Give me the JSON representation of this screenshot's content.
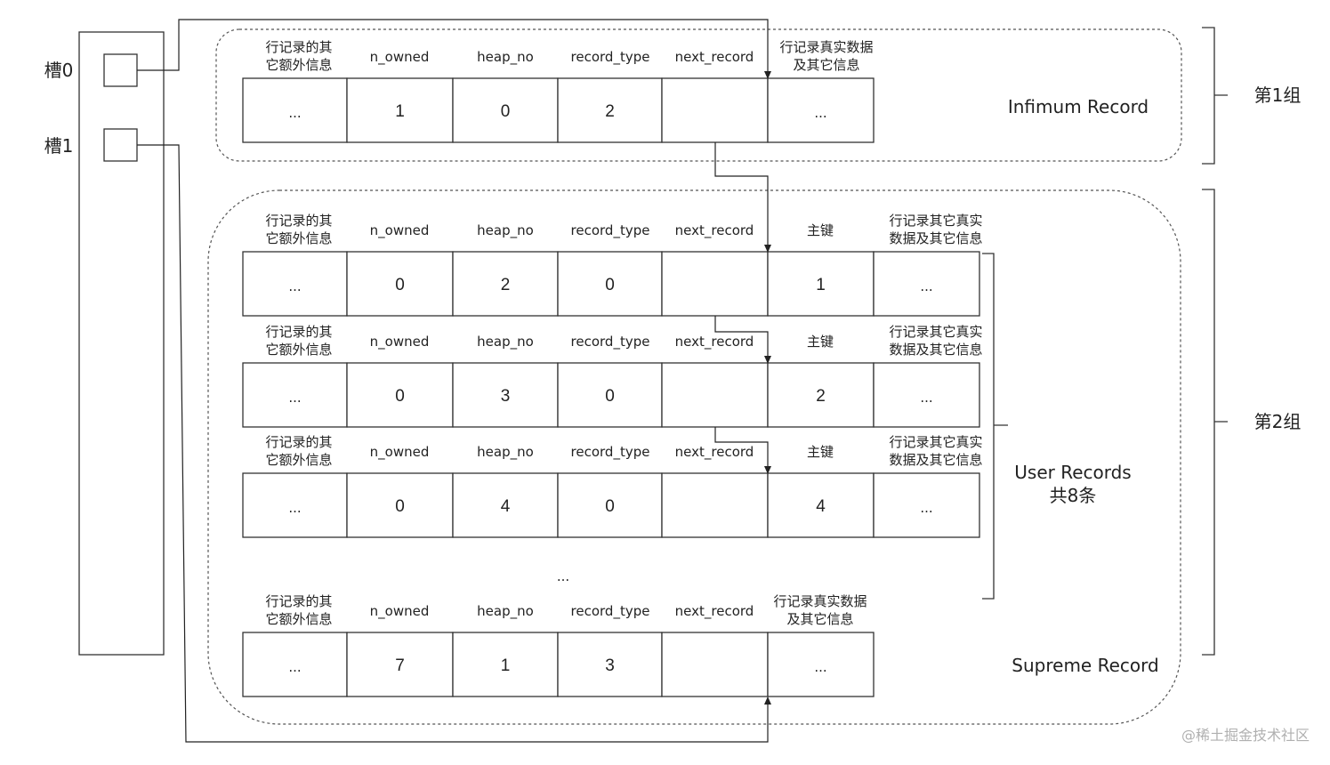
{
  "slots": [
    "槽0",
    "槽1"
  ],
  "groups": [
    "第1组",
    "第2组"
  ],
  "section_labels": {
    "infimum": "Infimum Record",
    "user_line1": "User Records",
    "user_line2": "共8条",
    "supreme": "Supreme Record"
  },
  "ellipsis_between_rows": "...",
  "headers": {
    "extra_info": [
      "行记录的其",
      "它额外信息"
    ],
    "n_owned": "n_owned",
    "heap_no": "heap_no",
    "record_type": "record_type",
    "next_record": "next_record",
    "primary_key": "主键",
    "real_data_system": [
      "行记录真实数据",
      "及其它信息"
    ],
    "real_data_user": [
      "行记录其它真实",
      "数据及其它信息"
    ]
  },
  "records": [
    {
      "kind": "infimum",
      "extra": "...",
      "n_owned": "1",
      "heap_no": "0",
      "record_type": "2",
      "next_record": "",
      "data": "..."
    },
    {
      "kind": "user",
      "extra": "...",
      "n_owned": "0",
      "heap_no": "2",
      "record_type": "0",
      "next_record": "",
      "key": "1",
      "data": "..."
    },
    {
      "kind": "user",
      "extra": "...",
      "n_owned": "0",
      "heap_no": "3",
      "record_type": "0",
      "next_record": "",
      "key": "2",
      "data": "..."
    },
    {
      "kind": "user",
      "extra": "...",
      "n_owned": "0",
      "heap_no": "4",
      "record_type": "0",
      "next_record": "",
      "key": "4",
      "data": "..."
    },
    {
      "kind": "supreme",
      "extra": "...",
      "n_owned": "7",
      "heap_no": "1",
      "record_type": "3",
      "next_record": "",
      "data": "..."
    }
  ],
  "watermark": "@稀土掘金技术社区",
  "colors": {
    "line": "#333333",
    "dashed": "#555555",
    "watermark": "#b0b0b0"
  }
}
